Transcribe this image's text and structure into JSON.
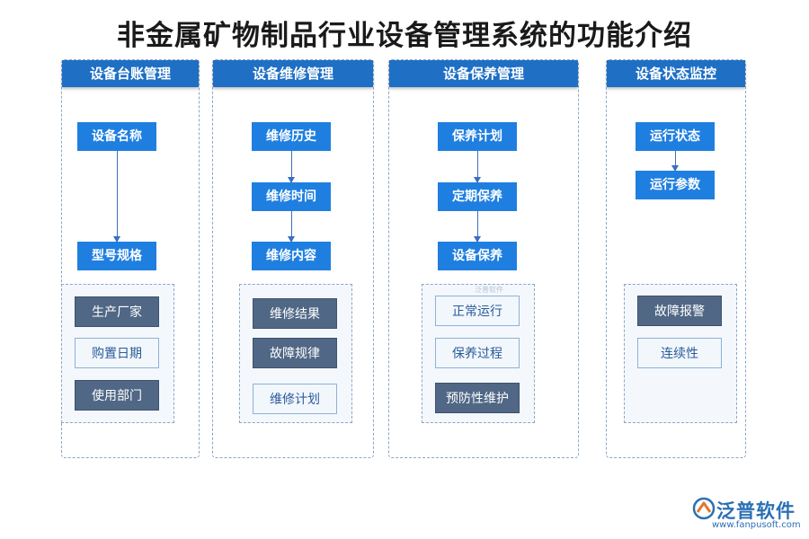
{
  "title": "非金属矿物制品行业设备管理系统的功能介绍",
  "columns": [
    {
      "header": "设备台账管理",
      "flow": [
        "设备名称",
        "型号规格"
      ],
      "items": [
        "生产厂家",
        "购置日期",
        "使用部门"
      ],
      "item_styles": [
        "dark",
        "light",
        "dark"
      ]
    },
    {
      "header": "设备维修管理",
      "flow": [
        "维修历史",
        "维修时间",
        "维修内容"
      ],
      "items": [
        "维修结果",
        "故障规律",
        "维修计划"
      ],
      "item_styles": [
        "dark",
        "dark",
        "light"
      ]
    },
    {
      "header": "设备保养管理",
      "flow": [
        "保养计划",
        "定期保养",
        "设备保养"
      ],
      "items": [
        "正常运行",
        "保养过程",
        "预防性维护"
      ],
      "item_styles": [
        "light",
        "light",
        "dark"
      ]
    },
    {
      "header": "设备状态监控",
      "flow": [
        "运行状态",
        "运行参数"
      ],
      "items": [
        "故障报警",
        "连续性"
      ],
      "item_styles": [
        "dark",
        "light"
      ]
    }
  ],
  "watermark_small": "泛普软件",
  "logo": {
    "text": "泛普软件",
    "url": "www.fanpusoft.com"
  }
}
